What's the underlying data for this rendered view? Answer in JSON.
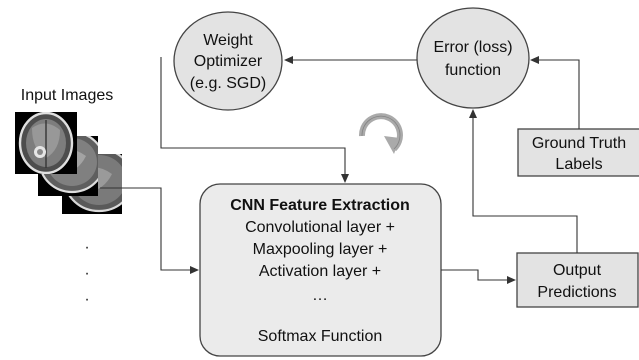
{
  "weight_optimizer": {
    "line1": "Weight",
    "line2": "Optimizer",
    "line3": "(e.g. SGD)"
  },
  "error_function": {
    "line1": "Error (loss)",
    "line2": "function"
  },
  "input_images": {
    "title": "Input Images",
    "ellipsis": [
      "·",
      "·",
      "·"
    ]
  },
  "ground_truth": {
    "line1": "Ground Truth",
    "line2": "Labels"
  },
  "cnn_block": {
    "title": "CNN Feature Extraction",
    "line1": "Convolutional layer +",
    "line2": "Maxpooling layer +",
    "line3": "Activation layer +",
    "line4": "…",
    "line5": "Softmax Function"
  },
  "output": {
    "line1": "Output",
    "line2": "Predictions"
  },
  "icons": {
    "cycle": "refresh-cycle-icon",
    "scan": "brain-mri-slice-image"
  }
}
